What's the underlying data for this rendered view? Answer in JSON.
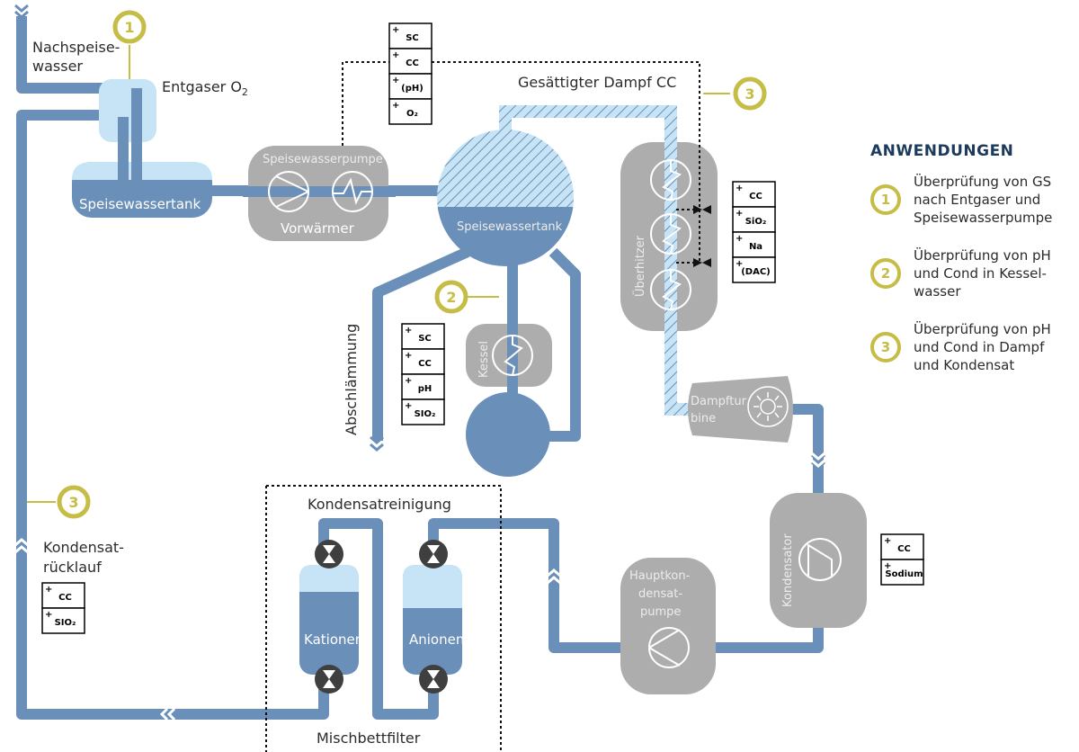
{
  "colors": {
    "pipe": "#6a8fb8",
    "light_blue": "#c6e4f5",
    "gray": "#adadad",
    "accent": "#c5bd45",
    "heading": "#1b3a5c",
    "valve": "#3f3f3f"
  },
  "labels": {
    "nachspeisewasser_1": "Nachspeise-",
    "nachspeisewasser_2": "wasser",
    "entgaser": "Entgaser O",
    "entgaser_sub": "2",
    "speisewassertank_left": "Speisewassertank",
    "speisewasserpumpe": "Speisewasserpumpe",
    "vorwaermer": "Vorwärmer",
    "speisewassertank_drum": "Speisewassertank",
    "gesaettigter_dampf": "Gesättigter Dampf CC",
    "ueberhitzer": "Überhitzer",
    "abschlaemmung": "Abschlämmung",
    "kessel": "Kessel",
    "dampfturbine_1": "Dampftur",
    "dampfturbine_2": "bine",
    "kondensator": "Kondensator",
    "hauptkondensatpumpe_1": "Hauptkon-",
    "hauptkondensatpumpe_2": "densat-",
    "hauptkondensatpumpe_3": "pumpe",
    "kondensatreinigung": "Kondensatreinigung",
    "kationen": "Kationen",
    "anionen": "Anionen",
    "mischbettfilter": "Mischbettfilter",
    "kondensatruecklauf_1": "Kondensat-",
    "kondensatruecklauf_2": "rücklauf"
  },
  "markers": {
    "m1": "1",
    "m2": "2",
    "m3_top": "3",
    "m3_left": "3"
  },
  "measure_boxes": {
    "top": [
      "SC",
      "CC",
      "(pH)",
      "O₂"
    ],
    "ueberhitzer": [
      "CC",
      "SiO₂",
      "Na",
      "(DAC)"
    ],
    "kessel": [
      "SC",
      "CC",
      "pH",
      "SIO₂"
    ],
    "kondensator": [
      "CC",
      "Sodium"
    ],
    "ruecklauf": [
      "CC",
      "SIO₂"
    ]
  },
  "legend": {
    "title": "ANWENDUNGEN",
    "items": [
      {
        "num": "1",
        "text": "Überprüfung von GS\nnach Entgaser und\nSpeisewasserpumpe"
      },
      {
        "num": "2",
        "text": "Überprüfung von pH\nund Cond in Kessel-\nwasser"
      },
      {
        "num": "3",
        "text": "Überprüfung von pH\nund Cond in Dampf\nund Kondensat"
      }
    ]
  }
}
